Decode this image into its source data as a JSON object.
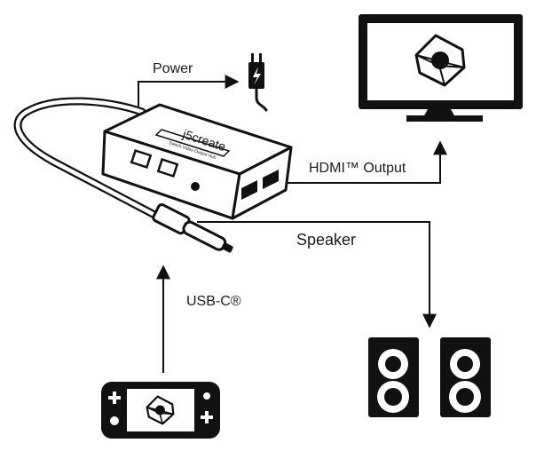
{
  "labels": {
    "power": "Power",
    "hdmi": "HDMI™ Output",
    "speaker": "Speaker",
    "usbc": "USB-C®"
  },
  "device": {
    "brand": "j5create",
    "model_text": "Switch Video Output Hub"
  },
  "icons": [
    "power-plug-icon",
    "monitor-icon",
    "speaker-icon",
    "game-console-icon",
    "usb-c-plug-icon",
    "cube-logo-icon"
  ],
  "colors": {
    "ink": "#111111",
    "paper": "#ffffff"
  }
}
